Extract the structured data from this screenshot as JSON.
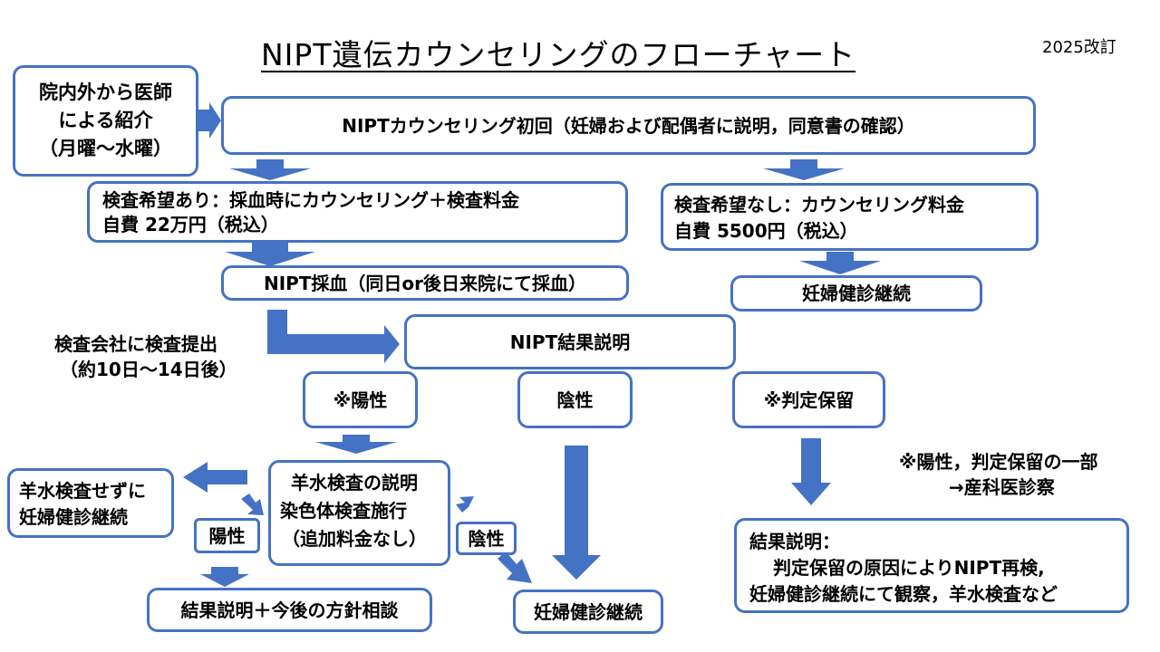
{
  "title": "NIPT遺伝カウンセリングのフローチャート",
  "revision": "2025改訂",
  "colors": {
    "accent": "#4472c4"
  },
  "nodes": {
    "referral": {
      "lines": [
        "院内外から医師",
        "による紹介",
        "（月曜～水曜）"
      ]
    },
    "first_session": "NIPTカウンセリング初回（妊婦および配偶者に説明，同意書の確認）",
    "test_yes": {
      "lines": [
        "検査希望あり：採血時にカウンセリング＋検査料金",
        "自費 22万円（税込）"
      ]
    },
    "test_no": {
      "lines": [
        "検査希望なし：カウンセリング料金",
        "自費 5500円（税込）"
      ]
    },
    "blood_draw": "NIPT採血（同日or後日来院にて採血）",
    "checkup_no_test": "妊婦健診継続",
    "submit_note": {
      "lines": [
        "検査会社に検査提出",
        "（約10日～14日後）"
      ]
    },
    "result": "NIPT結果説明",
    "positive": "※陽性",
    "negative": "陰性",
    "undetermined": "※判定保留",
    "amnio_explain": {
      "lines": [
        "羊水検査の説明",
        "染色体検査施行",
        "（追加料金なし）"
      ]
    },
    "no_amnio": {
      "lines": [
        "羊水検査せずに",
        "妊婦健診継続"
      ]
    },
    "amnio_positive": "陽性",
    "amnio_negative": "陰性",
    "consult": "結果説明＋今後の方針相談",
    "checkup_negative": "妊婦健診継続",
    "footnote": {
      "lines": [
        "※陽性，判定保留の一部",
        "→産科医診察"
      ]
    },
    "undetermined_result": {
      "lines": [
        "結果説明：",
        "判定保留の原因によりNIPT再検,",
        "妊婦健診継続にて観察，羊水検査など"
      ]
    }
  }
}
